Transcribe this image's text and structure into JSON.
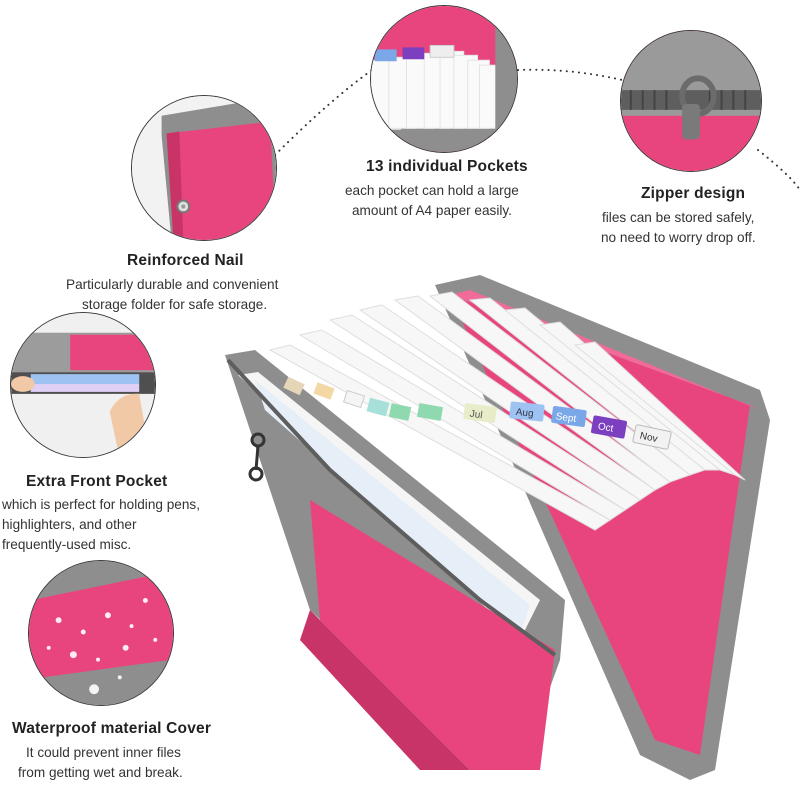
{
  "features": [
    {
      "id": "reinforced-nail",
      "title": "Reinforced Nail",
      "lines": [
        "Particularly durable and convenient",
        "storage folder for safe storage."
      ]
    },
    {
      "id": "pockets",
      "title": "13 individual Pockets",
      "lines": [
        "each pocket can hold a large",
        "amount of A4 paper easily."
      ]
    },
    {
      "id": "zipper",
      "title": "Zipper design",
      "lines": [
        "files can be stored safely,",
        "no need to worry drop off."
      ]
    },
    {
      "id": "front-pocket",
      "title": "Extra Front Pocket",
      "lines": [
        "which is perfect for holding pens,",
        "highlighters, and other",
        "frequently-used misc."
      ]
    },
    {
      "id": "waterproof",
      "title": "Waterproof material Cover",
      "lines": [
        "It could prevent inner files",
        "from getting wet and break."
      ]
    }
  ],
  "tabs": [
    "Jul",
    "Aug",
    "Sept",
    "Oct",
    "Nov"
  ],
  "colors": {
    "pink": "#e8457f",
    "pink_dark": "#c22a5f",
    "gray": "#8d8d8d",
    "gray_dark": "#5e5e5e",
    "tab_blue": "#7aa7e8",
    "tab_purple": "#7b3fbf",
    "tab_green": "#8fd9b0"
  }
}
